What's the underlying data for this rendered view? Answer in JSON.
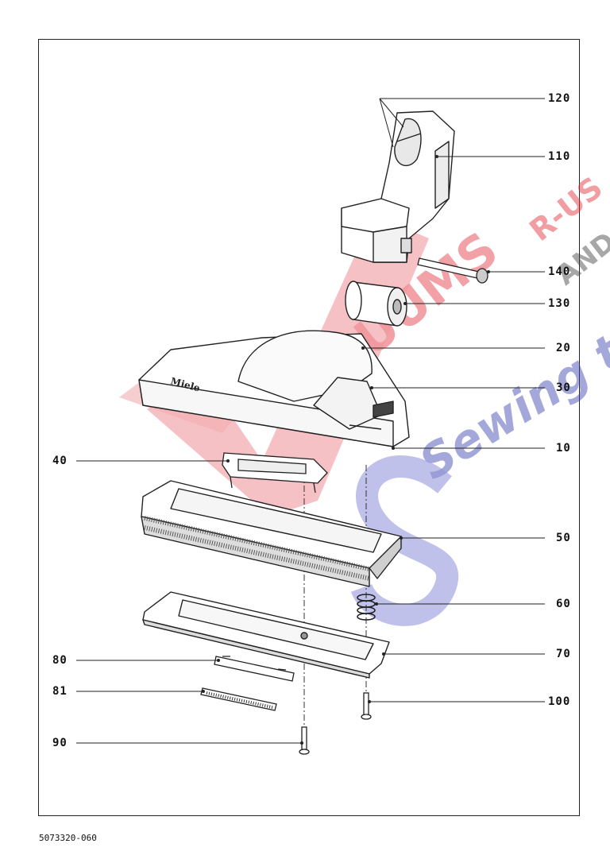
{
  "document_number": "5073320-060",
  "brand_mark": "Miele",
  "watermark": {
    "lines": [
      "VACUUMS",
      "R-US",
      "AND",
      "Sewing to"
    ],
    "colors": {
      "red": "#e33a44",
      "blue": "#3d43b0"
    }
  },
  "callouts": [
    {
      "id": "120",
      "label": "120"
    },
    {
      "id": "110",
      "label": "110"
    },
    {
      "id": "140",
      "label": "140"
    },
    {
      "id": "130",
      "label": "130"
    },
    {
      "id": "20",
      "label": "20"
    },
    {
      "id": "30",
      "label": "30"
    },
    {
      "id": "10",
      "label": "10"
    },
    {
      "id": "40",
      "label": "40"
    },
    {
      "id": "50",
      "label": "50"
    },
    {
      "id": "60",
      "label": "60"
    },
    {
      "id": "70",
      "label": "70"
    },
    {
      "id": "80",
      "label": "80"
    },
    {
      "id": "81",
      "label": "81"
    },
    {
      "id": "100",
      "label": "100"
    },
    {
      "id": "90",
      "label": "90"
    }
  ]
}
